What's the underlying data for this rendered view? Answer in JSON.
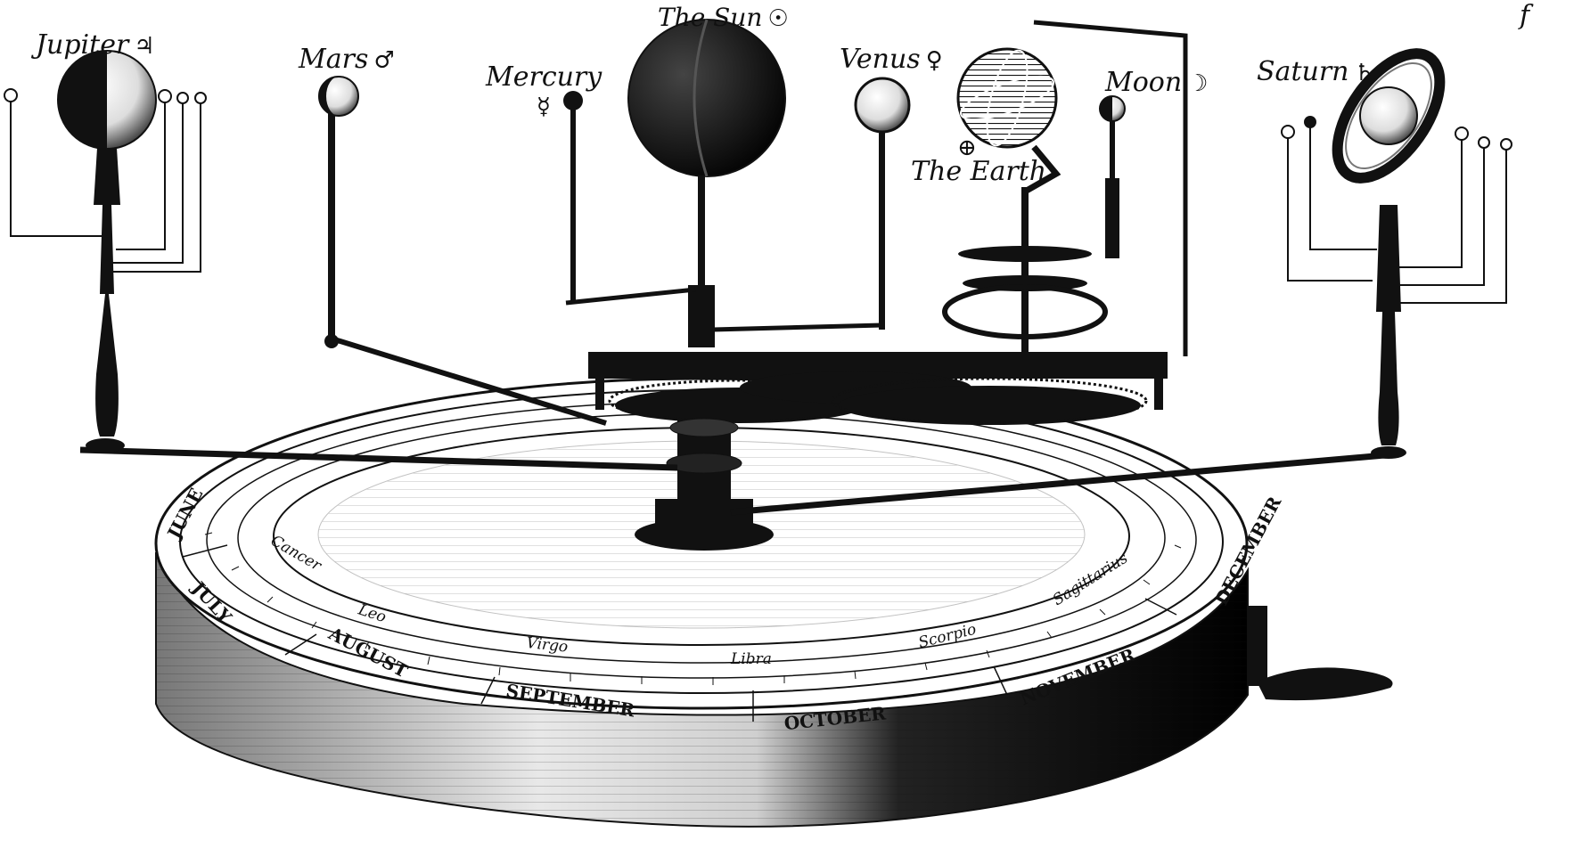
{
  "labels": {
    "jupiter": {
      "name": "Jupiter",
      "symbol": "♃"
    },
    "mars": {
      "name": "Mars",
      "symbol": "♂"
    },
    "mercury": {
      "name": "Mercury",
      "symbol": "☿"
    },
    "sun": {
      "name": "The Sun",
      "symbol": "☉"
    },
    "venus": {
      "name": "Venus",
      "symbol": "♀"
    },
    "moon": {
      "name": "Moon",
      "symbol": "☽"
    },
    "earth": {
      "name": "The Earth",
      "symbol": "⊕"
    },
    "saturn": {
      "name": "Saturn",
      "symbol": "♄"
    }
  },
  "corner_mark": "f",
  "months": [
    "JUNE",
    "JULY",
    "AUGUST",
    "SEPTEMBER",
    "OCTOBER",
    "NOVEMBER",
    "DECEMBER"
  ],
  "zodiac": [
    "Cancer",
    "Leo",
    "Virgo",
    "Libra",
    "Scorpio",
    "Sagittarius"
  ],
  "colors": {
    "ink": "#111111",
    "paper": "#ffffff"
  }
}
